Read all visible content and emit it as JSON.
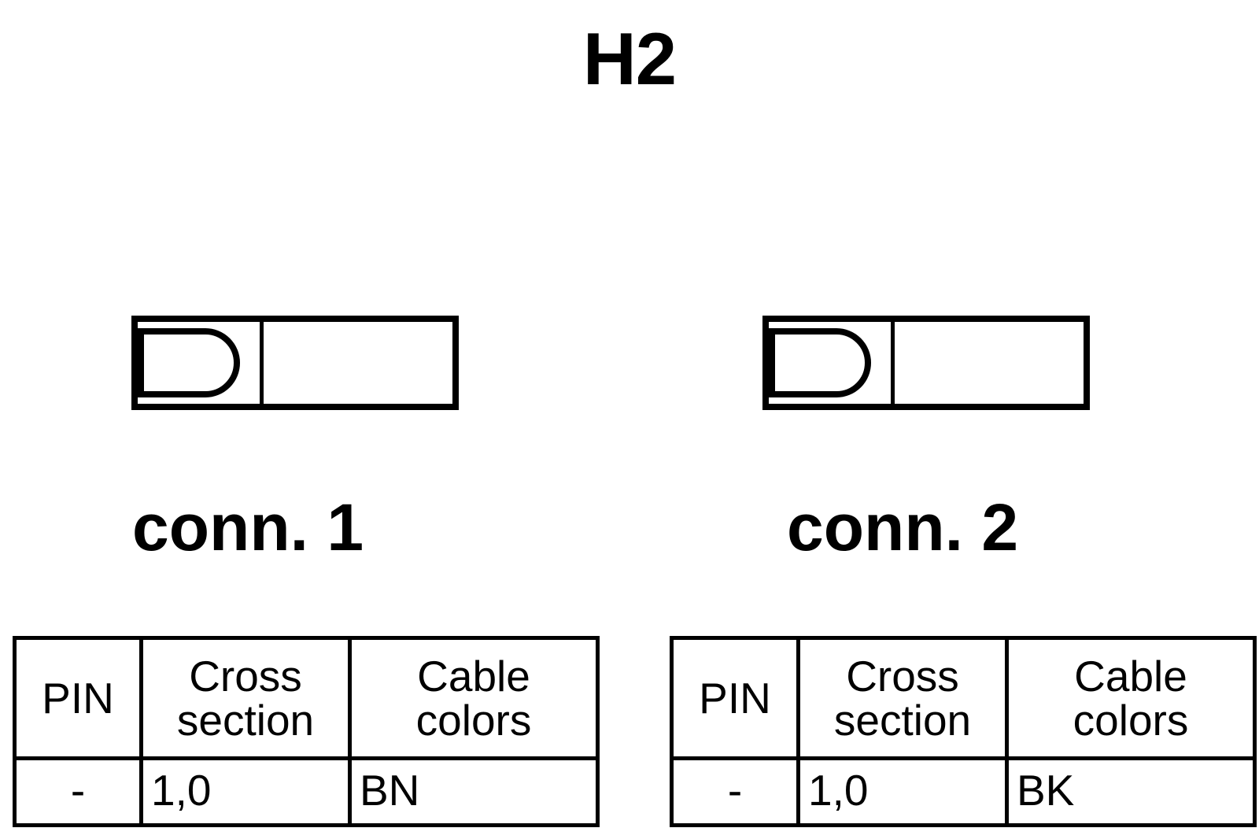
{
  "title": "H2",
  "colors": {
    "line": "#000000",
    "background": "#ffffff"
  },
  "connectors": [
    {
      "id": "conn-1",
      "label": "conn. 1",
      "symbol": "connector-d-shell",
      "table": {
        "headers": [
          "PIN",
          "Cross section",
          "Cable colors"
        ],
        "header_lines": [
          [
            "PIN"
          ],
          [
            "Cross",
            "section"
          ],
          [
            "Cable",
            "colors"
          ]
        ],
        "rows": [
          {
            "pin": "-",
            "cross_section": "1,0",
            "cable_colors": "BN"
          }
        ]
      }
    },
    {
      "id": "conn-2",
      "label": "conn. 2",
      "symbol": "connector-d-shell",
      "table": {
        "headers": [
          "PIN",
          "Cross section",
          "Cable colors"
        ],
        "header_lines": [
          [
            "PIN"
          ],
          [
            "Cross",
            "section"
          ],
          [
            "Cable",
            "colors"
          ]
        ],
        "rows": [
          {
            "pin": "-",
            "cross_section": "1,0",
            "cable_colors": "BK"
          }
        ]
      }
    }
  ]
}
